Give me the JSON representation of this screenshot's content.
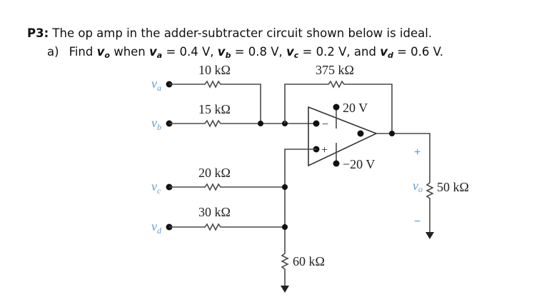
{
  "problem": {
    "id": "P3:",
    "statement": " The op amp in the adder-subtracter circuit shown below is ideal.",
    "part_label": "a)",
    "part_find": "Find ",
    "vo_sym": "v",
    "vo_sub": "o",
    "when": " when ",
    "va_sym": "v",
    "va_sub": "a",
    "va_val": " = 0.4 V, ",
    "vb_sym": "v",
    "vb_sub": "b",
    "vb_val": " = 0.8 V, ",
    "vc_sym": "v",
    "vc_sub": "c",
    "vc_val": " = 0.2 V, and ",
    "vd_sym": "v",
    "vd_sub": "d",
    "vd_val": " = 0.6 V."
  },
  "circuit": {
    "inputs": [
      {
        "sym": "v",
        "sub": "a"
      },
      {
        "sym": "v",
        "sub": "b"
      },
      {
        "sym": "v",
        "sub": "c"
      },
      {
        "sym": "v",
        "sub": "d"
      }
    ],
    "resistors": {
      "ra": "10 kΩ",
      "rb": "15 kΩ",
      "rf": "375 kΩ",
      "rc": "20 kΩ",
      "rd": "30 kΩ",
      "rg": "60 kΩ",
      "rl": "50 kΩ"
    },
    "supply_pos": "20 V",
    "supply_neg": "−20 V",
    "inv_sign": "−",
    "noninv_sign": "+",
    "output": {
      "sym": "v",
      "sub": "o",
      "plus": "+",
      "minus": "−"
    }
  }
}
